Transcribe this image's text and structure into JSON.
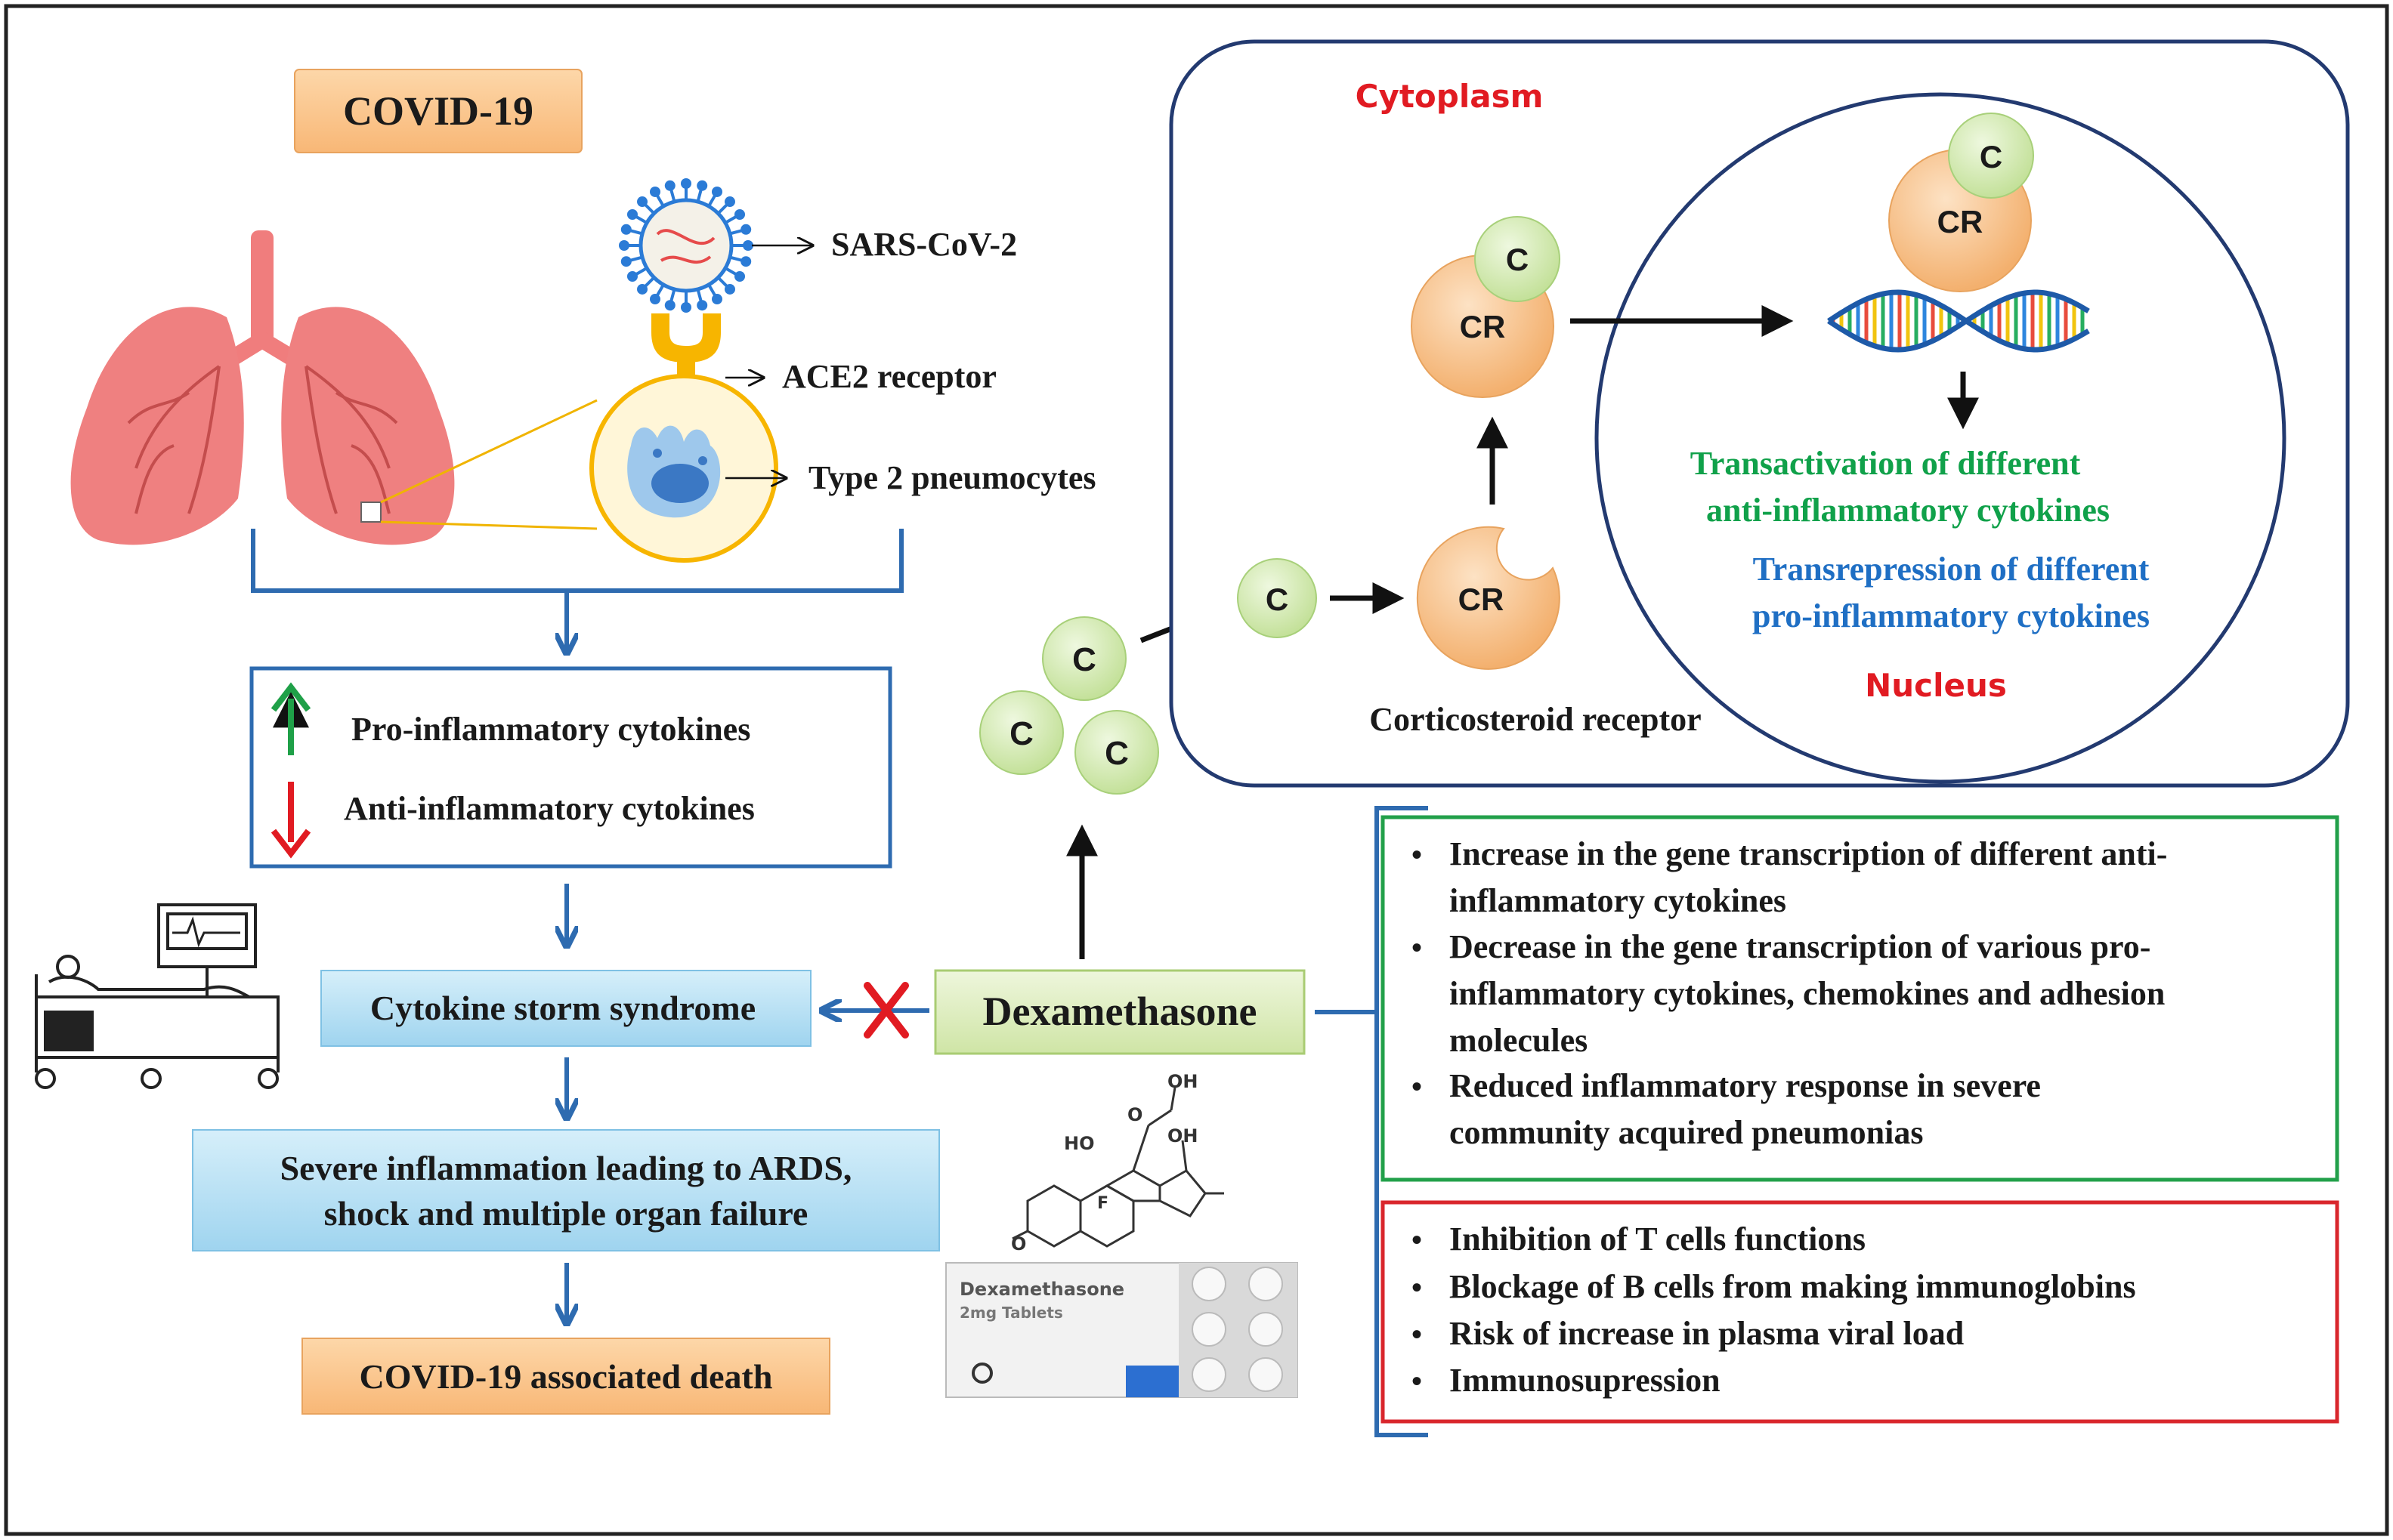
{
  "colors": {
    "orange_box": "#fbc58e",
    "blue_box": "#bde3f4",
    "green_box": "#d9eab3",
    "flow_blue": "#2e6bb0",
    "frame_navy": "#233a70",
    "green_text": "#10a14a",
    "blue_text": "#1f6fc4",
    "red_text": "#e11b22",
    "pill_green": "#d4ebb2",
    "cr_orange": "#f7c18b"
  },
  "left": {
    "title": "COVID-19",
    "virus_label": "SARS-CoV-2",
    "ace2_label": "ACE2 receptor",
    "pneumocyte_label": "Type 2 pneumocytes",
    "pro_inflammatory": "Pro-inflammatory cytokines",
    "anti_inflammatory": "Anti-inflammatory cytokines",
    "cytokine_storm": "Cytokine storm syndrome",
    "severe_line1": "Severe inflammation leading to ARDS,",
    "severe_line2": "shock and multiple organ failure",
    "death": "COVID-19 associated death"
  },
  "drug": {
    "name": "Dexamethasone",
    "c_label": "C",
    "cr_label": "CR",
    "package_line1": "Dexamethasone",
    "package_line2": "2mg Tablets",
    "structure_labels": [
      "OH",
      "HO",
      "OH",
      "F",
      "O",
      "O"
    ]
  },
  "cell": {
    "cytoplasm": "Cytoplasm",
    "receptor_label": "Corticosteroid receptor",
    "nucleus": "Nucleus",
    "transactivation_line1": "Transactivation of different",
    "transactivation_line2": "anti-inflammatory cytokines",
    "transrepression_line1": "Transrepression of different",
    "transrepression_line2": "pro-inflammatory cytokines"
  },
  "benefits": {
    "items": [
      [
        "Increase in the gene transcription of different anti-",
        "inflammatory cytokines"
      ],
      [
        "Decrease in the gene transcription of various pro-",
        "inflammatory cytokines, chemokines and adhesion",
        "molecules"
      ],
      [
        "Reduced inflammatory response in severe",
        "community acquired pneumonias"
      ]
    ]
  },
  "risks": {
    "items": [
      "Inhibition of T cells functions",
      "Blockage of B cells from making immunoglobins",
      "Risk of increase in plasma viral load",
      "Immunosupression"
    ]
  }
}
